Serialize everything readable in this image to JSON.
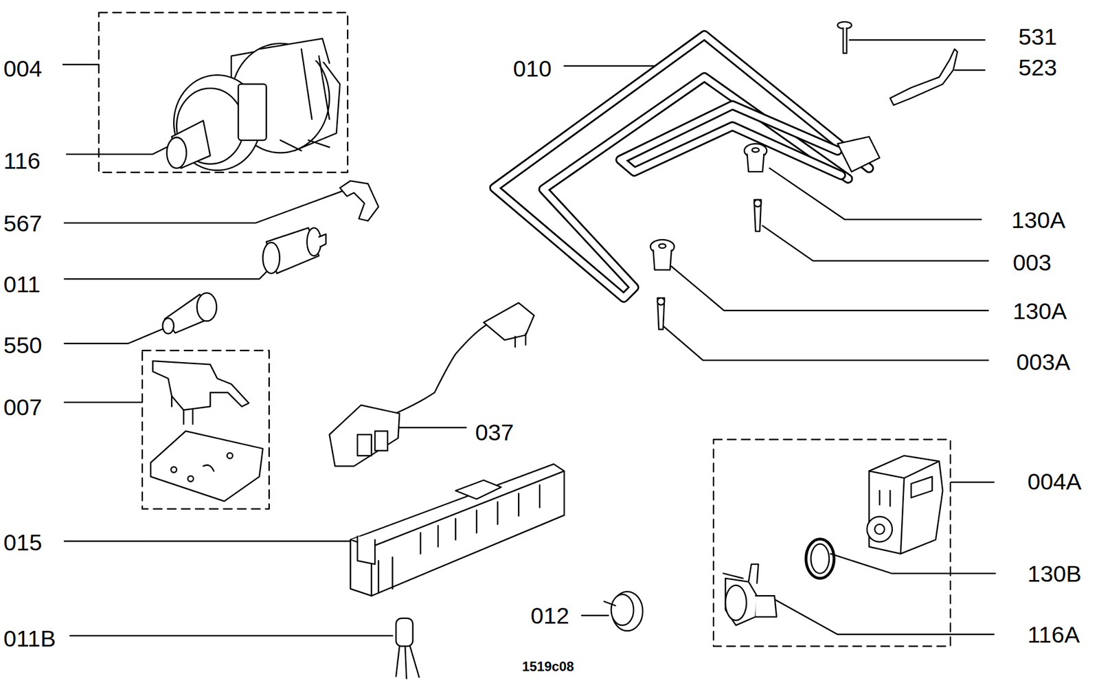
{
  "diagram": {
    "labels": [
      "004",
      "116",
      "567",
      "011",
      "550",
      "007",
      "015",
      "011B",
      "010",
      "531",
      "523",
      "130A",
      "003",
      "130A",
      "003A",
      "037",
      "004A",
      "130B",
      "116A",
      "012",
      "1519c08"
    ]
  }
}
